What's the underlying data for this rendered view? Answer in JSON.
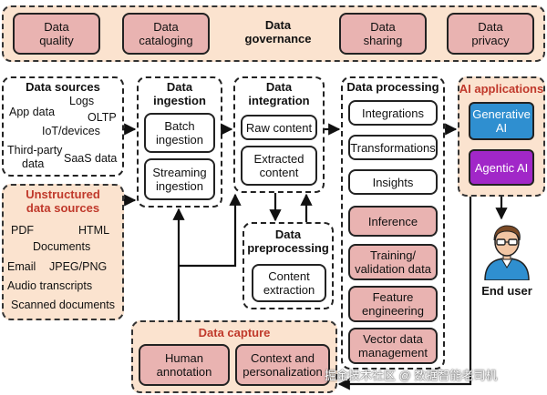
{
  "governance": {
    "quality": [
      "Data",
      "quality"
    ],
    "cataloging": [
      "Data",
      "cataloging"
    ],
    "title": [
      "Data",
      "governance"
    ],
    "sharing": [
      "Data",
      "sharing"
    ],
    "privacy": [
      "Data",
      "privacy"
    ]
  },
  "sources": {
    "title": "Data sources",
    "items": [
      "App data",
      "Logs",
      "OLTP",
      "IoT/devices",
      "Third-party",
      "data",
      "SaaS data"
    ]
  },
  "unstructured": {
    "title": [
      "Unstructured",
      "data sources"
    ],
    "items": [
      "PDF",
      "HTML",
      "Documents",
      "Email",
      "JPEG/PNG",
      "Audio transcripts",
      "Scanned documents"
    ]
  },
  "ingestion": {
    "title": [
      "Data",
      "ingestion"
    ],
    "batch": [
      "Batch",
      "ingestion"
    ],
    "streaming": [
      "Streaming",
      "ingestion"
    ]
  },
  "integration": {
    "title": [
      "Data",
      "integration"
    ],
    "raw": "Raw content",
    "extracted": [
      "Extracted",
      "content"
    ]
  },
  "preprocessing": {
    "title": [
      "Data",
      "preprocessing"
    ],
    "content": [
      "Content",
      "extraction"
    ]
  },
  "processing": {
    "title": "Data processing",
    "integrations": "Integrations",
    "transformations": "Transformations",
    "insights": "Insights",
    "inference": "Inference",
    "training": [
      "Training/",
      "validation data"
    ],
    "feature": [
      "Feature",
      "engineering"
    ],
    "vector": [
      "Vector data",
      "management"
    ]
  },
  "ai": {
    "title": "AI applications",
    "generative": [
      "Generative",
      "AI"
    ],
    "agentic": "Agentic AI",
    "user": "End user"
  },
  "capture": {
    "title": "Data capture",
    "human": [
      "Human",
      "annotation"
    ],
    "context": [
      "Context and",
      "personalization"
    ]
  },
  "watermark": "掘金技术社区 @ 数据智能老司机",
  "colors": {
    "peach": "#fbe3cf",
    "pink_box": "#e9b3b1",
    "red_title": "#c0392b",
    "blue_ai": "#2f8fd0",
    "purple_ai": "#a127c8"
  }
}
